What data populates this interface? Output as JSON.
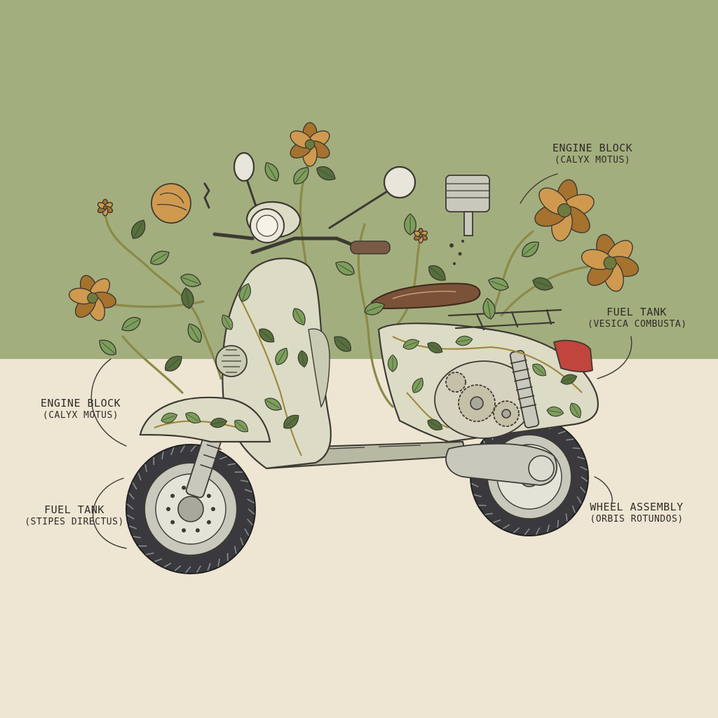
{
  "colors": {
    "sky": "#a3ae7e",
    "ground": "#eee6d3",
    "body": "#dcdcc6",
    "outline": "#3d3a33",
    "leaf": "#7c9e5c",
    "leaf_dark": "#566f3d",
    "stem": "#8b8a48",
    "flower": "#cf9a4f",
    "flower_dark": "#a6722e",
    "seat": "#7a5238",
    "tail_light": "#c0453c",
    "tire": "#3a3a3e",
    "metal": "#c9c8bc"
  },
  "icons": [
    "flower-icon",
    "leaf-icon",
    "piston-icon",
    "gear-icon",
    "mirror-icon",
    "headlight-icon"
  ],
  "labels": [
    {
      "id": "engine-top",
      "title": "ENGINE BLOCK",
      "subtitle": "(CALYX MOTUS)"
    },
    {
      "id": "fuel-right",
      "title": "FUEL TANK",
      "subtitle": "(VESICA COMBUSTA)"
    },
    {
      "id": "engine-left",
      "title": "ENGINE BLOCK",
      "subtitle": "(CALYX MOTUS)"
    },
    {
      "id": "fuel-left",
      "title": "FUEL TANK",
      "subtitle": "(STIPES DIRECTUS)"
    },
    {
      "id": "wheel",
      "title": "WHEEL ASSEMBLY",
      "subtitle": "(ORBIS ROTUNDOS)"
    }
  ]
}
